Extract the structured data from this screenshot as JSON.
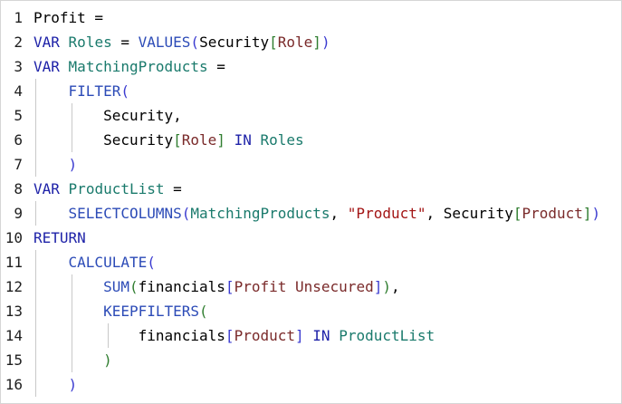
{
  "editor": {
    "lines": [
      {
        "num": "1",
        "tokens": [
          {
            "t": "Profit =",
            "c": "txt"
          }
        ]
      },
      {
        "num": "2",
        "tokens": [
          {
            "t": "VAR",
            "c": "kw"
          },
          {
            "t": " ",
            "c": "txt"
          },
          {
            "t": "Roles",
            "c": "var"
          },
          {
            "t": " = ",
            "c": "txt"
          },
          {
            "t": "VALUES",
            "c": "fn"
          },
          {
            "t": "(",
            "c": "br1"
          },
          {
            "t": "Security",
            "c": "txt"
          },
          {
            "t": "[",
            "c": "br2"
          },
          {
            "t": "Role",
            "c": "col"
          },
          {
            "t": "]",
            "c": "br2"
          },
          {
            "t": ")",
            "c": "br1"
          }
        ]
      },
      {
        "num": "3",
        "tokens": [
          {
            "t": "VAR",
            "c": "kw"
          },
          {
            "t": " ",
            "c": "txt"
          },
          {
            "t": "MatchingProducts",
            "c": "var"
          },
          {
            "t": " =",
            "c": "txt"
          }
        ]
      },
      {
        "num": "4",
        "tokens": [
          {
            "t": "    ",
            "c": "txt"
          },
          {
            "t": "FILTER",
            "c": "fn"
          },
          {
            "t": "(",
            "c": "br1"
          }
        ]
      },
      {
        "num": "5",
        "tokens": [
          {
            "t": "        Security,",
            "c": "txt"
          }
        ]
      },
      {
        "num": "6",
        "tokens": [
          {
            "t": "        Security",
            "c": "txt"
          },
          {
            "t": "[",
            "c": "br2"
          },
          {
            "t": "Role",
            "c": "col"
          },
          {
            "t": "]",
            "c": "br2"
          },
          {
            "t": " ",
            "c": "txt"
          },
          {
            "t": "IN",
            "c": "kw"
          },
          {
            "t": " ",
            "c": "txt"
          },
          {
            "t": "Roles",
            "c": "var"
          }
        ]
      },
      {
        "num": "7",
        "tokens": [
          {
            "t": "    ",
            "c": "txt"
          },
          {
            "t": ")",
            "c": "br1"
          }
        ]
      },
      {
        "num": "8",
        "tokens": [
          {
            "t": "VAR",
            "c": "kw"
          },
          {
            "t": " ",
            "c": "txt"
          },
          {
            "t": "ProductList",
            "c": "var"
          },
          {
            "t": " =",
            "c": "txt"
          }
        ]
      },
      {
        "num": "9",
        "tokens": [
          {
            "t": "    ",
            "c": "txt"
          },
          {
            "t": "SELECTCOLUMNS",
            "c": "fn"
          },
          {
            "t": "(",
            "c": "br1"
          },
          {
            "t": "MatchingProducts",
            "c": "var"
          },
          {
            "t": ", ",
            "c": "txt"
          },
          {
            "t": "\"Product\"",
            "c": "str"
          },
          {
            "t": ", Security",
            "c": "txt"
          },
          {
            "t": "[",
            "c": "br2"
          },
          {
            "t": "Product",
            "c": "col"
          },
          {
            "t": "]",
            "c": "br2"
          },
          {
            "t": ")",
            "c": "br1"
          }
        ]
      },
      {
        "num": "10",
        "tokens": [
          {
            "t": "RETURN",
            "c": "kw"
          }
        ]
      },
      {
        "num": "11",
        "tokens": [
          {
            "t": "    ",
            "c": "txt"
          },
          {
            "t": "CALCULATE",
            "c": "fn"
          },
          {
            "t": "(",
            "c": "br1"
          }
        ]
      },
      {
        "num": "12",
        "tokens": [
          {
            "t": "        ",
            "c": "txt"
          },
          {
            "t": "SUM",
            "c": "fn"
          },
          {
            "t": "(",
            "c": "br2"
          },
          {
            "t": "financials",
            "c": "txt"
          },
          {
            "t": "[",
            "c": "br1"
          },
          {
            "t": "Profit Unsecured",
            "c": "col"
          },
          {
            "t": "]",
            "c": "br1"
          },
          {
            "t": ")",
            "c": "br2"
          },
          {
            "t": ",",
            "c": "txt"
          }
        ]
      },
      {
        "num": "13",
        "tokens": [
          {
            "t": "        ",
            "c": "txt"
          },
          {
            "t": "KEEPFILTERS",
            "c": "fn"
          },
          {
            "t": "(",
            "c": "br2"
          }
        ]
      },
      {
        "num": "14",
        "tokens": [
          {
            "t": "            financials",
            "c": "txt"
          },
          {
            "t": "[",
            "c": "br1"
          },
          {
            "t": "Product",
            "c": "col"
          },
          {
            "t": "]",
            "c": "br1"
          },
          {
            "t": " ",
            "c": "txt"
          },
          {
            "t": "IN",
            "c": "kw"
          },
          {
            "t": " ",
            "c": "txt"
          },
          {
            "t": "ProductList",
            "c": "var"
          }
        ]
      },
      {
        "num": "15",
        "tokens": [
          {
            "t": "        ",
            "c": "txt"
          },
          {
            "t": ")",
            "c": "br2"
          }
        ]
      },
      {
        "num": "16",
        "tokens": [
          {
            "t": "    ",
            "c": "txt"
          },
          {
            "t": ")",
            "c": "br1"
          }
        ]
      }
    ]
  }
}
